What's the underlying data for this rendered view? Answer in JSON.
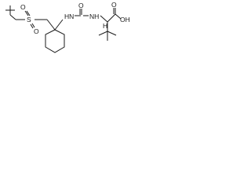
{
  "structure": {
    "atoms": {
      "sulfur": "S",
      "sulfonyl_oxygen_left": "O",
      "sulfonyl_oxygen_right": "O",
      "urea_nh_left": "HN",
      "urea_nh_right": "NH",
      "urea_oxygen": "O",
      "acid_oxygen": "O",
      "hydroxyl": "OH",
      "stereo_h": "H"
    }
  }
}
